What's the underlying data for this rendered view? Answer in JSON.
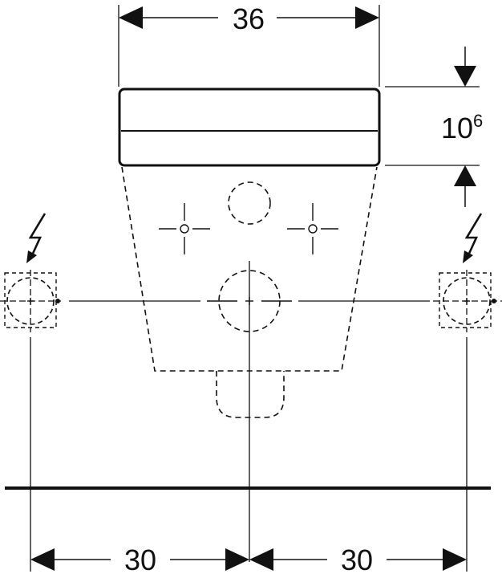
{
  "dimensions": {
    "top_width": "36",
    "height_base": "10",
    "height_sup": "6",
    "bottom_left": "30",
    "bottom_right": "30"
  },
  "symbols": {
    "left_power": "lightning-icon",
    "right_power": "lightning-icon"
  },
  "colors": {
    "line": "#111111",
    "background": "#ffffff"
  }
}
